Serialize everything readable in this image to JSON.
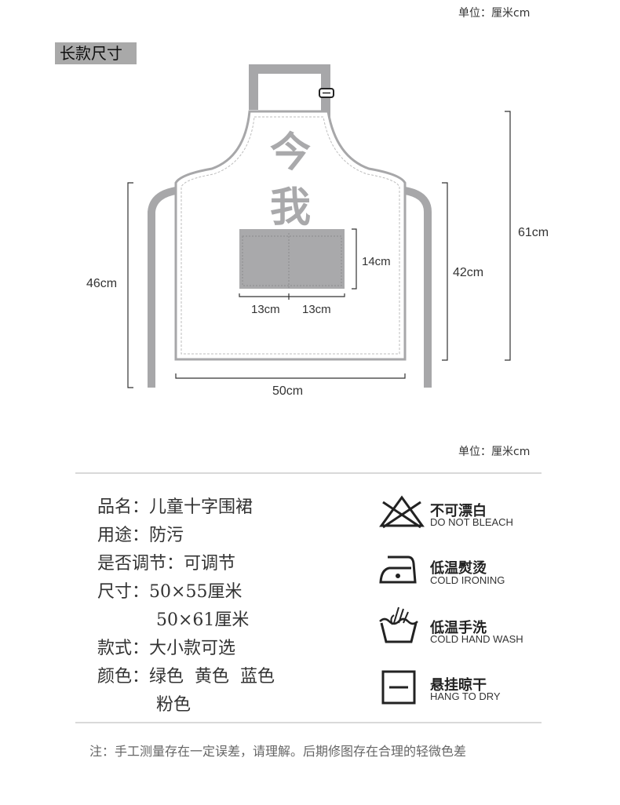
{
  "unit_label_top": "单位：厘米cm",
  "section_title": "长款尺寸",
  "apron_text_line1": "今",
  "apron_text_line2": "我",
  "dimensions": {
    "total_height": "61cm",
    "body_height_right": "42cm",
    "body_height_left": "46cm",
    "width": "50cm",
    "pocket_height": "14cm",
    "pocket_left_width": "13cm",
    "pocket_right_width": "13cm"
  },
  "unit_label_bottom": "单位：厘米cm",
  "specs": [
    {
      "label": "品名：",
      "value": "儿童十字围裙"
    },
    {
      "label": "用途：",
      "value": "防污"
    },
    {
      "label": "是否调节：",
      "value": "可调节"
    },
    {
      "label": "尺寸：",
      "value": "50×55厘米"
    },
    {
      "label": "",
      "value": "50×61厘米"
    },
    {
      "label": "款式：",
      "value": "大小款可选"
    },
    {
      "label": "颜色：",
      "value": "绿色  黄色  蓝色"
    },
    {
      "label": "",
      "value": "粉色"
    }
  ],
  "care": [
    {
      "title": "不可漂白",
      "subtitle": "DO NOT BLEACH",
      "icon": "no-bleach-icon"
    },
    {
      "title": "低温熨烫",
      "subtitle": "COLD IRONING",
      "icon": "iron-low-icon"
    },
    {
      "title": "低温手洗",
      "subtitle": "COLD HAND WASH",
      "icon": "hand-wash-icon"
    },
    {
      "title": "悬挂晾干",
      "subtitle": "HANG TO DRY",
      "icon": "hang-dry-icon"
    }
  ],
  "note": "注：手工测量存在一定误差，请理解。后期修图存在合理的轻微色差",
  "colors": {
    "apron_fill": "#ffffff",
    "strap": "#a7a7a9",
    "pocket": "#a9a9ab",
    "line": "#444444"
  }
}
